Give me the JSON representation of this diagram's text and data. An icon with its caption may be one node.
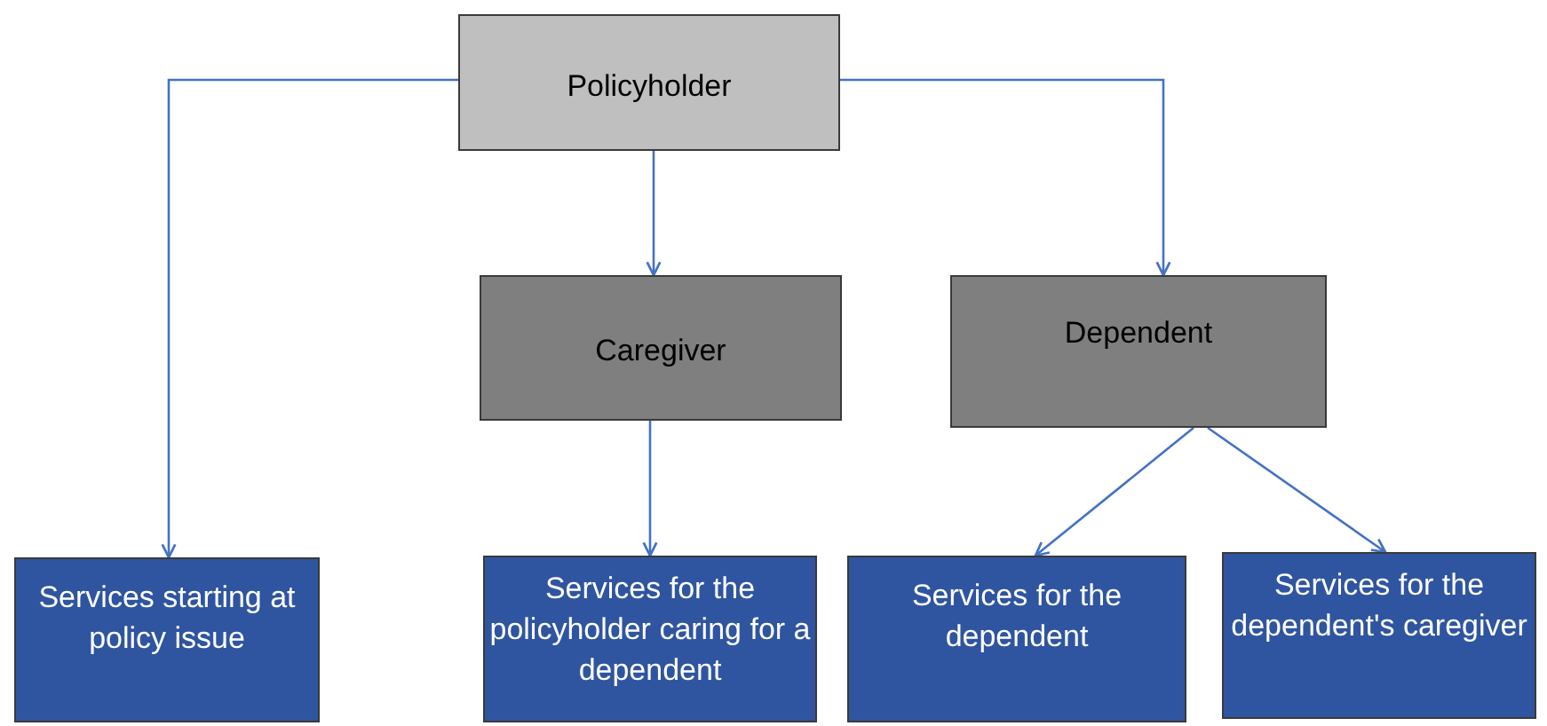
{
  "diagram": {
    "nodes": [
      {
        "text": [
          "Policyholder"
        ]
      },
      {
        "text": [
          "Caregiver"
        ]
      },
      {
        "text": [
          "Dependent"
        ]
      },
      {
        "text": [
          "Services starting at policy issue"
        ]
      },
      {
        "text": [
          "Services for the policyholder caring for a dependent"
        ]
      },
      {
        "text": [
          "Services for the dependent"
        ]
      },
      {
        "text": [
          "Services for the dependent's caregiver"
        ]
      }
    ],
    "edges": [
      {
        "from": 0,
        "to": 3,
        "arrow": "to"
      },
      {
        "from": 0,
        "to": 1,
        "arrow": "to"
      },
      {
        "from": 0,
        "to": 2,
        "arrow": "to"
      },
      {
        "from": 1,
        "to": 4,
        "arrow": "to"
      },
      {
        "from": 2,
        "to": 5,
        "arrow": "to"
      },
      {
        "from": 2,
        "to": 6,
        "arrow": "to"
      }
    ]
  }
}
